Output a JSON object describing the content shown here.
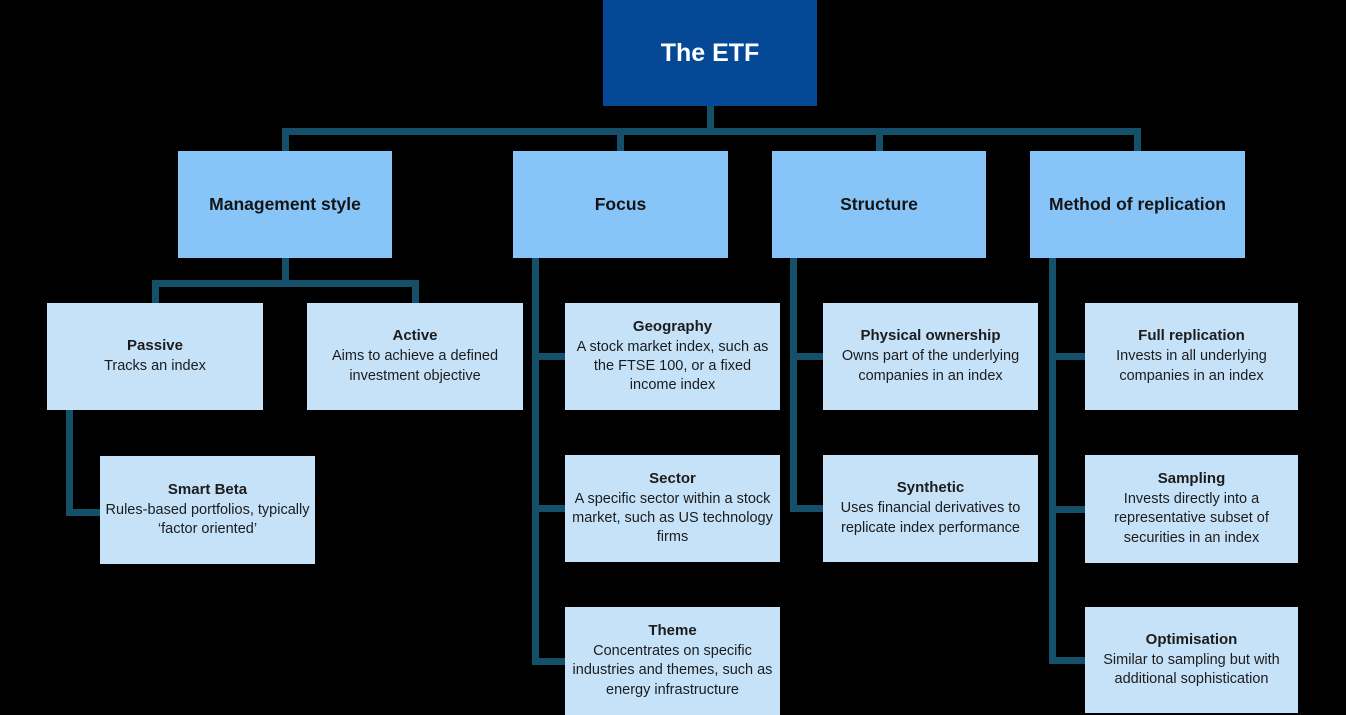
{
  "root": {
    "label": "The ETF"
  },
  "colors": {
    "root_bg": "#054896",
    "root_text": "#ffffff",
    "branch_bg": "#87c5f9",
    "leaf_bg": "#c6e2f9",
    "connector": "#15506a",
    "text": "#1c1c1c",
    "background": "#000000"
  },
  "branches": [
    {
      "label": "Management style",
      "children": [
        {
          "title": "Passive",
          "description": "Tracks an index"
        },
        {
          "title": "Active",
          "description": "Aims to achieve a defined investment objective"
        },
        {
          "title": "Smart Beta",
          "description": "Rules-based portfolios, typically ‘factor oriented’"
        }
      ]
    },
    {
      "label": "Focus",
      "children": [
        {
          "title": "Geography",
          "description": "A stock market index, such as the FTSE 100, or a fixed income index"
        },
        {
          "title": "Sector",
          "description": "A specific sector within a stock market, such as US technology firms"
        },
        {
          "title": "Theme",
          "description": "Concentrates on specific industries and themes, such as energy infrastructure"
        }
      ]
    },
    {
      "label": "Structure",
      "children": [
        {
          "title": "Physical ownership",
          "description": "Owns part of the underlying companies in an index"
        },
        {
          "title": "Synthetic",
          "description": "Uses financial derivatives to replicate index performance"
        }
      ]
    },
    {
      "label": "Method of replication",
      "children": [
        {
          "title": "Full replication",
          "description": "Invests in all underlying companies in an index"
        },
        {
          "title": "Sampling",
          "description": "Invests directly into a representative subset of securities in an index"
        },
        {
          "title": "Optimisation",
          "description": "Similar to sampling but with additional sophistication"
        }
      ]
    }
  ]
}
